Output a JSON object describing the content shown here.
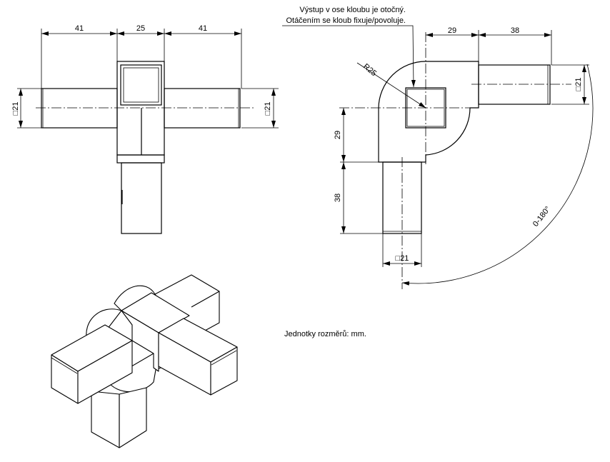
{
  "note": {
    "line1": "Výstup v ose kloubu je otočný.",
    "line2": "Otáčením se kloub fixuje/povoluje."
  },
  "front_view": {
    "dim_left": "41",
    "dim_center": "25",
    "dim_right": "41",
    "dim_height_left": "□21",
    "dim_height_right": "□21"
  },
  "side_view": {
    "dim_top_1": "29",
    "dim_top_2": "38",
    "dim_right": "□21",
    "radius": "R25",
    "dim_vertical_1": "29",
    "dim_vertical_2": "38",
    "dim_bottom": "□21",
    "rotation": "0-180°"
  },
  "units_note": "Jednotky rozměrů: mm."
}
